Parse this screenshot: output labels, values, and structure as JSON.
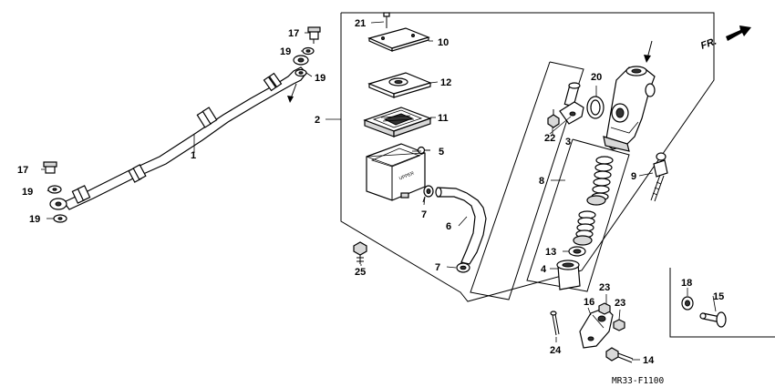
{
  "diagram": {
    "code": "MR33-F1100",
    "direction_label": "FR.",
    "callouts": {
      "c1": "1",
      "c2": "2",
      "c3": "3",
      "c4": "4",
      "c5": "5",
      "c6": "6",
      "c7a": "7",
      "c7b": "7",
      "c8": "8",
      "c9": "9",
      "c10": "10",
      "c11": "11",
      "c12": "12",
      "c13": "13",
      "c14": "14",
      "c15": "15",
      "c16": "16",
      "c17a": "17",
      "c17b": "17",
      "c18": "18",
      "c19a": "19",
      "c19b": "19",
      "c19c": "19",
      "c19d": "19",
      "c20": "20",
      "c21": "21",
      "c22": "22",
      "c23a": "23",
      "c23b": "23",
      "c24": "24",
      "c25": "25"
    }
  }
}
